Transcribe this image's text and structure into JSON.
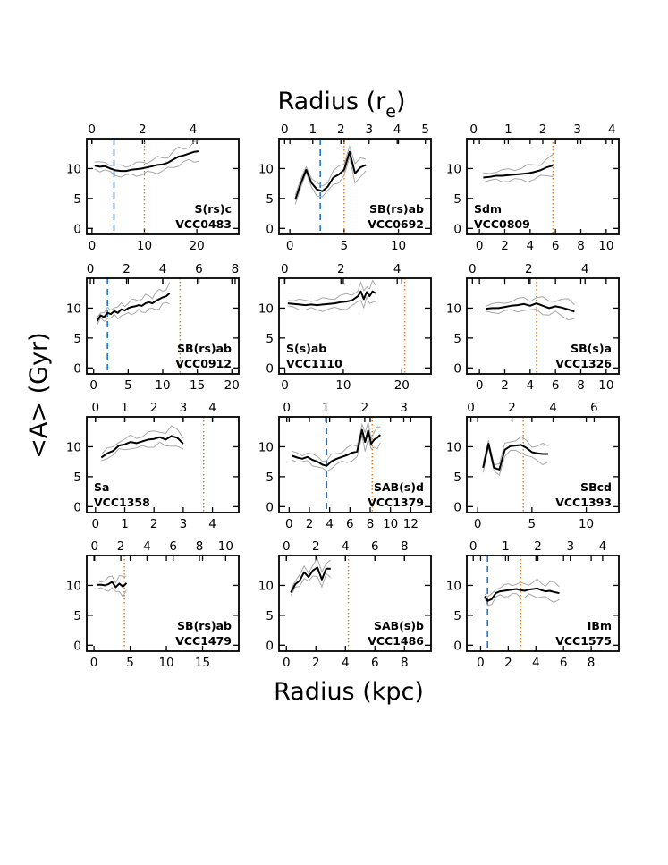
{
  "figure": {
    "top_axis_title": "Radius (r",
    "top_axis_subscript": "e",
    "top_axis_close": ")",
    "bottom_axis_title": "Radius (kpc)",
    "left_axis_title": "<A> (Gyr)"
  },
  "colors": {
    "mean_profile": "#000000",
    "error_band": "#a8a8a8",
    "bar_radius_line": "#1f77d8",
    "effective_radius_line": "#e0781b"
  },
  "chart_data": [
    {
      "type": "line",
      "name": "VCC0483",
      "morph": "S(rs)c",
      "label_pos": "bottom-right",
      "xlim": [
        -1,
        28
      ],
      "xticks": [
        0,
        10,
        20
      ],
      "x2lim": [
        -0.2,
        5.8
      ],
      "x2ticks": [
        0,
        2,
        4
      ],
      "ylim": [
        -1,
        15
      ],
      "yticks": [
        0,
        5,
        10
      ],
      "bar_r": 4.2,
      "re_kpc": 10,
      "x": [
        0.5,
        1.5,
        2.5,
        3.5,
        4.5,
        5.5,
        6.5,
        7.5,
        8.5,
        9.5,
        10.5,
        11.5,
        12.5,
        13.5,
        14.5,
        15.5,
        16.5,
        17.5,
        18.5,
        19.5,
        20.5
      ],
      "y": [
        10.5,
        10.3,
        10.4,
        10.0,
        9.7,
        9.6,
        9.6,
        9.8,
        9.9,
        10.0,
        10.2,
        10.4,
        10.6,
        10.7,
        11.0,
        11.5,
        12.0,
        12.2,
        12.5,
        12.8,
        12.9
      ]
    },
    {
      "type": "line",
      "name": "VCC0692",
      "morph": "SB(rs)ab",
      "label_pos": "bottom-right",
      "xlim": [
        -1,
        13
      ],
      "xticks": [
        0,
        5,
        10
      ],
      "x2lim": [
        -0.2,
        5.2
      ],
      "x2ticks": [
        0,
        1,
        2,
        3,
        4,
        5
      ],
      "ylim": [
        -1,
        15
      ],
      "yticks": [
        0,
        5,
        10
      ],
      "bar_r": 2.8,
      "re_kpc": 5.0,
      "x": [
        0.5,
        1.0,
        1.5,
        2.0,
        2.5,
        3.0,
        3.5,
        4.0,
        4.5,
        5.0,
        5.5,
        6.0,
        6.5,
        7.0
      ],
      "y": [
        4.8,
        7.5,
        9.8,
        7.6,
        6.5,
        6.2,
        7.0,
        8.5,
        9.0,
        9.8,
        12.8,
        9.2,
        10.2,
        10.6
      ]
    },
    {
      "type": "line",
      "name": "VCC0809",
      "morph": "Sdm",
      "label_pos": "bottom-left",
      "xlim": [
        -1,
        11
      ],
      "xticks": [
        0,
        2,
        4,
        6,
        8,
        10
      ],
      "x2lim": [
        -0.2,
        4.2
      ],
      "x2ticks": [
        0,
        1,
        2,
        3,
        4
      ],
      "ylim": [
        -1,
        15
      ],
      "yticks": [
        0,
        5,
        10
      ],
      "bar_r": null,
      "re_kpc": 5.8,
      "x": [
        0.3,
        0.8,
        1.3,
        1.8,
        2.3,
        2.8,
        3.3,
        3.8,
        4.3,
        4.8,
        5.3,
        5.8
      ],
      "y": [
        8.5,
        8.6,
        8.8,
        8.8,
        8.9,
        9.0,
        9.1,
        9.2,
        9.4,
        9.7,
        10.2,
        10.5
      ]
    },
    {
      "type": "line",
      "name": "VCC0912",
      "morph": "SB(rs)ab",
      "label_pos": "bottom-right",
      "xlim": [
        -1,
        21
      ],
      "xticks": [
        0,
        5,
        10,
        15,
        20
      ],
      "x2lim": [
        -0.2,
        8.2
      ],
      "x2ticks": [
        0,
        2,
        4,
        6,
        8
      ],
      "ylim": [
        -1,
        15
      ],
      "yticks": [
        0,
        5,
        10
      ],
      "bar_r": 2.0,
      "re_kpc": 12.5,
      "x": [
        0.5,
        1.0,
        1.5,
        2.0,
        2.5,
        3.0,
        3.5,
        4.0,
        4.5,
        5.0,
        5.5,
        6.0,
        6.5,
        7.0,
        7.5,
        8.0,
        8.5,
        9.0,
        9.5,
        10.0,
        10.5,
        11.0
      ],
      "y": [
        7.8,
        8.8,
        8.5,
        9.2,
        9.0,
        9.5,
        9.2,
        9.8,
        9.6,
        10.0,
        10.2,
        10.3,
        10.5,
        10.4,
        10.8,
        11.0,
        10.8,
        11.2,
        11.5,
        11.8,
        12.0,
        12.5
      ]
    },
    {
      "type": "line",
      "name": "VCC1110",
      "morph": "S(s)ab",
      "label_pos": "bottom-left",
      "xlim": [
        -1,
        25
      ],
      "xticks": [
        0,
        10,
        20
      ],
      "x2lim": [
        -0.2,
        5.2
      ],
      "x2ticks": [
        0,
        2,
        4
      ],
      "ylim": [
        -1,
        15
      ],
      "yticks": [
        0,
        5,
        10
      ],
      "bar_r": null,
      "re_kpc": 20.5,
      "x": [
        0.5,
        1.5,
        2.5,
        3.5,
        4.5,
        5.5,
        6.5,
        7.5,
        8.5,
        9.5,
        10.5,
        11.5,
        12.5,
        13.0,
        13.5,
        14.0,
        14.5,
        15.0,
        15.5
      ],
      "y": [
        10.8,
        10.7,
        10.6,
        10.5,
        10.6,
        10.5,
        10.6,
        10.7,
        10.8,
        11.0,
        11.1,
        11.3,
        12.0,
        12.8,
        11.5,
        12.7,
        12.0,
        12.8,
        12.5
      ]
    },
    {
      "type": "line",
      "name": "VCC1326",
      "morph": "SB(s)a",
      "label_pos": "bottom-right",
      "xlim": [
        -1,
        11
      ],
      "xticks": [
        0,
        2,
        4,
        6,
        8,
        10
      ],
      "x2lim": [
        -0.2,
        5.2
      ],
      "x2ticks": [
        0,
        2,
        4
      ],
      "ylim": [
        -1,
        15
      ],
      "yticks": [
        0,
        5,
        10
      ],
      "bar_r": null,
      "re_kpc": 4.5,
      "x": [
        0.5,
        1.0,
        1.5,
        2.0,
        2.5,
        3.0,
        3.5,
        4.0,
        4.5,
        5.0,
        5.5,
        6.0,
        6.5,
        7.0,
        7.5
      ],
      "y": [
        9.9,
        10.0,
        10.0,
        10.2,
        10.4,
        10.5,
        10.7,
        10.4,
        10.8,
        10.4,
        10.0,
        10.3,
        10.1,
        9.8,
        9.4
      ]
    },
    {
      "type": "line",
      "name": "VCC1358",
      "morph": "Sa",
      "label_pos": "bottom-left",
      "xlim": [
        -0.3,
        4.9
      ],
      "xticks": [
        0,
        1,
        2,
        3,
        4
      ],
      "x2lim": [
        -0.3,
        4.9
      ],
      "x2ticks": [
        0,
        1,
        2,
        3,
        4
      ],
      "ylim": [
        -1,
        15
      ],
      "yticks": [
        0,
        5,
        10
      ],
      "bar_r": null,
      "re_kpc": 3.7,
      "x": [
        0.2,
        0.4,
        0.6,
        0.8,
        1.0,
        1.2,
        1.4,
        1.6,
        1.8,
        2.0,
        2.2,
        2.4,
        2.6,
        2.8,
        3.0
      ],
      "y": [
        8.2,
        8.9,
        9.3,
        10.2,
        10.4,
        10.8,
        10.6,
        10.9,
        11.2,
        11.3,
        11.6,
        11.2,
        11.8,
        11.5,
        10.5
      ]
    },
    {
      "type": "line",
      "name": "VCC1379",
      "morph": "SAB(s)d",
      "label_pos": "bottom-right",
      "xlim": [
        -1,
        14
      ],
      "xticks": [
        0,
        2,
        4,
        6,
        8,
        10,
        12
      ],
      "x2lim": [
        -0.2,
        3.7
      ],
      "x2ticks": [
        0,
        1,
        2,
        3
      ],
      "ylim": [
        -1,
        15
      ],
      "yticks": [
        0,
        5,
        10
      ],
      "bar_r": 3.7,
      "re_kpc": 8.2,
      "x": [
        0.3,
        0.8,
        1.3,
        1.8,
        2.3,
        2.8,
        3.3,
        3.7,
        4.2,
        4.7,
        5.2,
        5.7,
        6.2,
        6.7,
        7.2,
        7.5,
        7.8,
        8.1,
        8.4,
        8.7,
        9.0
      ],
      "y": [
        8.5,
        8.2,
        8.0,
        8.3,
        7.8,
        7.5,
        7.0,
        6.8,
        7.6,
        8.0,
        8.3,
        8.6,
        9.0,
        9.2,
        12.8,
        10.8,
        12.7,
        10.5,
        11.2,
        11.5,
        12.0
      ]
    },
    {
      "type": "line",
      "name": "VCC1393",
      "morph": "SBcd",
      "label_pos": "bottom-right",
      "xlim": [
        -1,
        13
      ],
      "xticks": [
        0,
        5,
        10
      ],
      "x2lim": [
        -0.2,
        7.2
      ],
      "x2ticks": [
        0,
        2,
        4,
        6
      ],
      "ylim": [
        -1,
        15
      ],
      "yticks": [
        0,
        5,
        10
      ],
      "bar_r": null,
      "re_kpc": 4.2,
      "x": [
        0.5,
        1.0,
        1.5,
        2.0,
        2.5,
        3.0,
        3.5,
        4.0,
        4.5,
        5.0,
        5.5,
        6.0,
        6.5
      ],
      "y": [
        6.5,
        10.5,
        6.5,
        6.2,
        9.5,
        10.1,
        10.2,
        10.3,
        9.8,
        9.1,
        8.9,
        8.8,
        8.8
      ]
    },
    {
      "type": "line",
      "name": "VCC1479",
      "morph": "SB(rs)ab",
      "label_pos": "bottom-right",
      "xlim": [
        -1,
        20
      ],
      "xticks": [
        0,
        5,
        10,
        15
      ],
      "x2lim": [
        -0.6,
        11
      ],
      "x2ticks": [
        0,
        2,
        4,
        6,
        8,
        10
      ],
      "ylim": [
        -1,
        15
      ],
      "yticks": [
        0,
        5,
        10
      ],
      "bar_r": null,
      "re_kpc": 4.2,
      "x": [
        0.5,
        1.0,
        1.5,
        2.0,
        2.5,
        3.0,
        3.5,
        4.0,
        4.5
      ],
      "y": [
        10.1,
        10.1,
        10.0,
        10.2,
        10.6,
        9.7,
        10.3,
        9.8,
        10.4
      ]
    },
    {
      "type": "line",
      "name": "VCC1486",
      "morph": "SAB(s)b",
      "label_pos": "bottom-right",
      "xlim": [
        -0.5,
        9.8
      ],
      "xticks": [
        0,
        2,
        4,
        6,
        8
      ],
      "x2lim": [
        -0.5,
        9.8
      ],
      "x2ticks": [
        0,
        2,
        4,
        6,
        8
      ],
      "ylim": [
        -1,
        15
      ],
      "yticks": [
        0,
        5,
        10
      ],
      "bar_r": null,
      "re_kpc": 4.2,
      "x": [
        0.3,
        0.6,
        0.9,
        1.2,
        1.5,
        1.8,
        2.1,
        2.4,
        2.7,
        3.0
      ],
      "y": [
        8.8,
        10.2,
        10.8,
        12.2,
        11.4,
        12.5,
        13.0,
        11.0,
        12.8,
        12.8
      ]
    },
    {
      "type": "line",
      "name": "VCC1575",
      "morph": "IBm",
      "label_pos": "bottom-right",
      "xlim": [
        -1,
        10
      ],
      "xticks": [
        0,
        2,
        4,
        6,
        8
      ],
      "x2lim": [
        -0.2,
        4.5
      ],
      "x2ticks": [
        0,
        1,
        2,
        3,
        4
      ],
      "ylim": [
        -1,
        15
      ],
      "yticks": [
        0,
        5,
        10
      ],
      "bar_r": 0.5,
      "re_kpc": 2.9,
      "x": [
        0.3,
        0.5,
        0.8,
        1.1,
        1.4,
        1.7,
        2.0,
        2.3,
        2.6,
        2.9,
        3.2,
        3.5,
        3.8,
        4.1,
        4.4,
        4.7,
        5.0,
        5.3,
        5.7
      ],
      "y": [
        8.2,
        7.4,
        7.7,
        8.7,
        9.0,
        9.1,
        9.2,
        9.3,
        9.4,
        9.2,
        9.1,
        9.3,
        9.4,
        9.5,
        9.2,
        9.0,
        9.1,
        8.9,
        8.7
      ]
    }
  ]
}
